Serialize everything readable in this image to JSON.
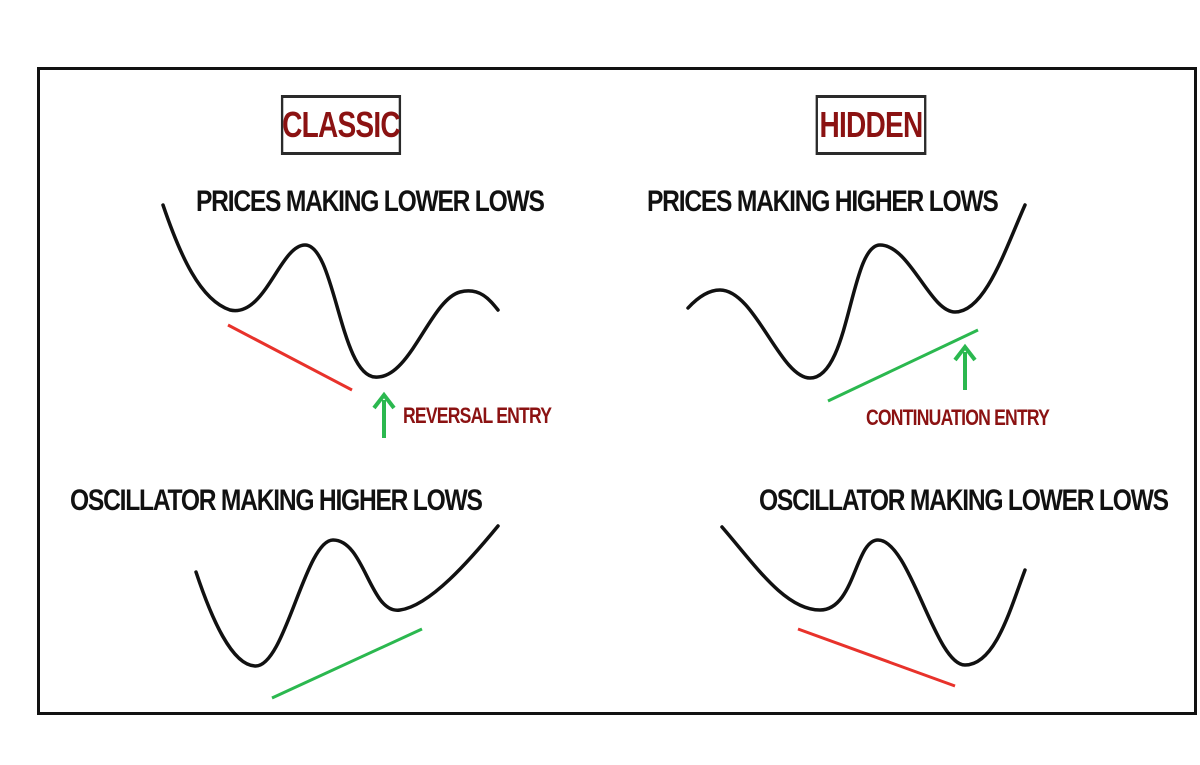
{
  "classic": {
    "header": "CLASSIC",
    "price_caption": "PRICES MAKING LOWER LOWS",
    "entry_label": "REVERSAL ENTRY",
    "oscillator_caption": "OSCILLATOR MAKING HIGHER LOWS"
  },
  "hidden": {
    "header": "HIDDEN",
    "price_caption": "PRICES MAKING HIGHER LOWS",
    "entry_label": "CONTINUATION ENTRY",
    "oscillator_caption": "OSCILLATOR MAKING LOWER LOWS"
  },
  "colors": {
    "header_text": "#8b1212",
    "bearish_line": "#e8322b",
    "bullish_line": "#2bb84f",
    "curve": "#111111"
  }
}
